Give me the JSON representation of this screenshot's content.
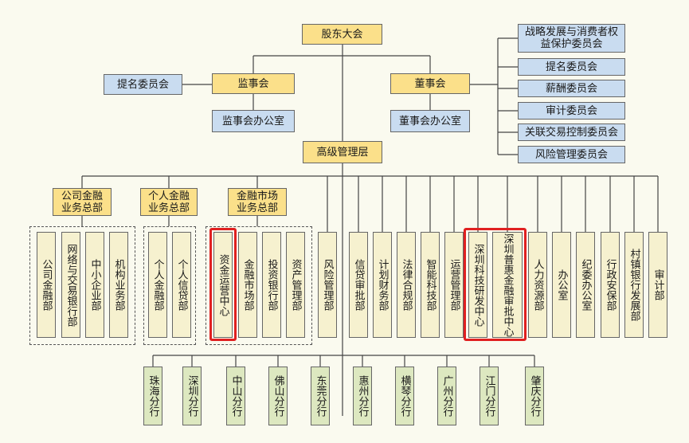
{
  "top": {
    "shareholders": "股东大会",
    "supervisors": "监事会",
    "board": "董事会",
    "nomination_left": "提名委员会",
    "supervisors_office": "监事会办公室",
    "board_office": "董事会办公室",
    "senior_mgmt": "高级管理层"
  },
  "committees": [
    "战略发展与消费者权益保护委员会",
    "提名委员会",
    "薪酬委员会",
    "审计委员会",
    "关联交易控制委员会",
    "风险管理委员会"
  ],
  "groups": [
    "公司金融业务总部",
    "个人金融业务总部",
    "金融市场业务总部"
  ],
  "departments": [
    "公司金融部",
    "网络与交易银行部",
    "中小企业部",
    "机构业务部",
    "个人金融部",
    "个人信贷部",
    "资金运营中心",
    "金融市场部",
    "投资银行部",
    "资产管理部",
    "风险管理部",
    "信贷审批部",
    "计划财务部",
    "法律合规部",
    "智能科技部",
    "运营管理部",
    "深圳科技研发中心",
    "深圳普惠金融审批中心",
    "人力资源部",
    "办公室",
    "纪委办公室",
    "行政安保部",
    "村镇银行发展部",
    "审计部"
  ],
  "branches": [
    "珠海分行",
    "深圳分行",
    "中山分行",
    "佛山分行",
    "东莞分行",
    "惠州分行",
    "横琴分行",
    "广州分行",
    "江门分行",
    "肇庆分行"
  ],
  "colors": {
    "governance": "#fbe08a",
    "committee": "#c9dcf0",
    "department": "#f6f1cf",
    "branch": "#dde8c0",
    "highlight": "#e02020"
  }
}
